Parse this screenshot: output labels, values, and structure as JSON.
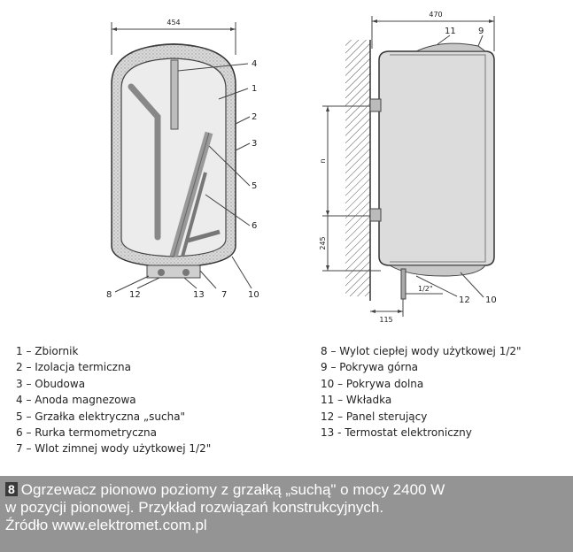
{
  "diagram": {
    "front_view": {
      "width_dim": "454",
      "callouts_right": [
        "4",
        "1",
        "2",
        "3",
        "5",
        "6"
      ],
      "callouts_bottom": [
        "8",
        "12",
        "13",
        "7",
        "10"
      ]
    },
    "side_view": {
      "width_dim": "470",
      "height_dim_top": "n",
      "height_dim_bottom": "245",
      "depth_dim": "115",
      "pipe_dim": "1/2\"",
      "callouts_top": [
        "11",
        "9"
      ],
      "callouts_bottom": [
        "12",
        "10"
      ]
    }
  },
  "legend": {
    "left": [
      "1 – Zbiornik",
      "2 – Izolacja termiczna",
      "3 – Obudowa",
      "4 – Anoda magnezowa",
      "5 – Grzałka elektryczna „sucha\"",
      "6 – Rurka termometryczna",
      "7 – Wlot zimnej wody użytkowej 1/2\""
    ],
    "right": [
      "8 – Wylot ciepłej wody użytkowej 1/2\"",
      "9 – Pokrywa górna",
      "10 – Pokrywa dolna",
      "11 – Wkładka",
      "12 – Panel sterujący",
      "13 - Termostat elektroniczny"
    ]
  },
  "caption": {
    "badge": "8",
    "line1": "Ogrzewacz pionowo poziomy z grzałką „suchą\" o mocy 2400 W",
    "line2": "w pozycji pionowej. Przykład rozwiązań konstrukcyjnych.",
    "line3": "Źródło www.elektromet.com.pl"
  }
}
